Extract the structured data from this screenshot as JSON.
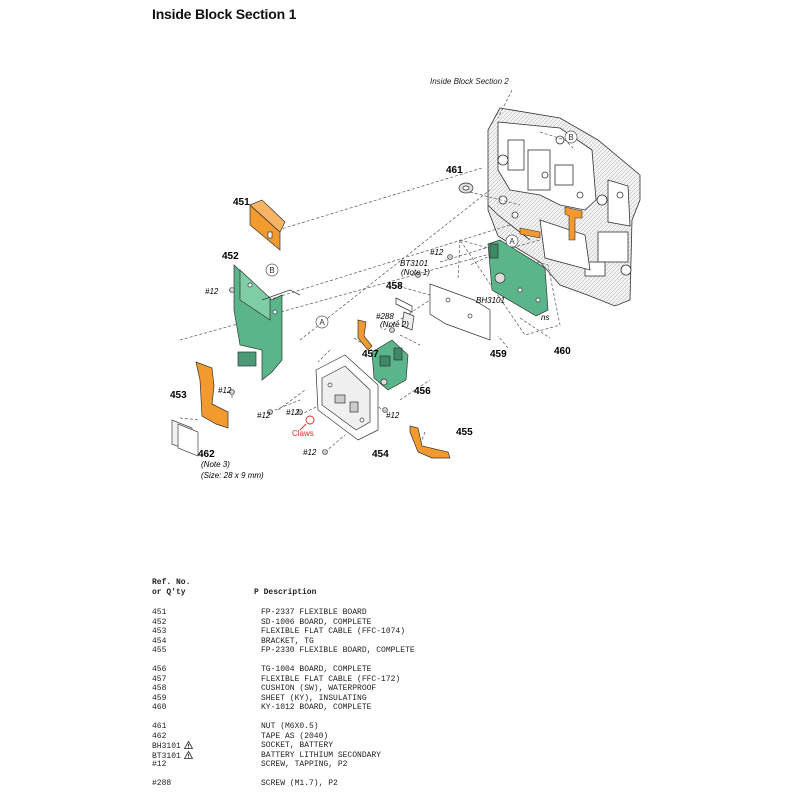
{
  "page": {
    "title": "Inside Block Section 1"
  },
  "diagram": {
    "labels": {
      "section2": "Inside Block Section 2",
      "p451": "451",
      "p452": "452",
      "p453": "453",
      "p454": "454",
      "p455": "455",
      "p456": "456",
      "p457": "457",
      "p458": "458",
      "p459": "459",
      "p460": "460",
      "p461": "461",
      "p462": "462",
      "note3": "(Note 3)",
      "size": "(Size: 28 x 9 mm)",
      "screw12": "#12",
      "p288": "#288",
      "note2": "(Note 2)",
      "bt3101": "BT3101",
      "note1": "(Note 1)",
      "bh3101": "BH3101",
      "claws": "Claws",
      "ns": "ns",
      "markA": "A",
      "markB": "B"
    }
  },
  "parts_list": {
    "header_ref_line1": "Ref. No.",
    "header_ref_line2": "or Q'ty",
    "header_desc": "P Description",
    "rows": [
      {
        "ref": "451",
        "desc": "FP-2337 FLEXIBLE BOARD"
      },
      {
        "ref": "452",
        "desc": "SD-1006 BOARD, COMPLETE"
      },
      {
        "ref": "453",
        "desc": "FLEXIBLE FLAT CABLE (FFC-1074)"
      },
      {
        "ref": "454",
        "desc": "BRACKET, TG"
      },
      {
        "ref": "455",
        "desc": "FP-2330 FLEXIBLE BOARD, COMPLETE"
      },
      {
        "ref": "456",
        "desc": "TG-1004 BOARD, COMPLETE"
      },
      {
        "ref": "457",
        "desc": "FLEXIBLE FLAT CABLE (FFC-172)"
      },
      {
        "ref": "458",
        "desc": "CUSHION (SW), WATERPROOF"
      },
      {
        "ref": "459",
        "desc": "SHEET (KY), INSULATING"
      },
      {
        "ref": "460",
        "desc": "KY-1012 BOARD, COMPLETE"
      },
      {
        "ref": "461",
        "desc": "NUT (M6X0.5)"
      },
      {
        "ref": "462",
        "desc": "TAPE AS (2040)"
      },
      {
        "ref": "BH3101",
        "desc": "SOCKET, BATTERY"
      },
      {
        "ref": "BT3101",
        "desc": "BATTERY LITHIUM SECONDARY"
      },
      {
        "ref": "#12",
        "desc": "SCREW, TAPPING, P2"
      },
      {
        "ref": "#288",
        "desc": "SCREW (M1.7), P2"
      }
    ]
  }
}
